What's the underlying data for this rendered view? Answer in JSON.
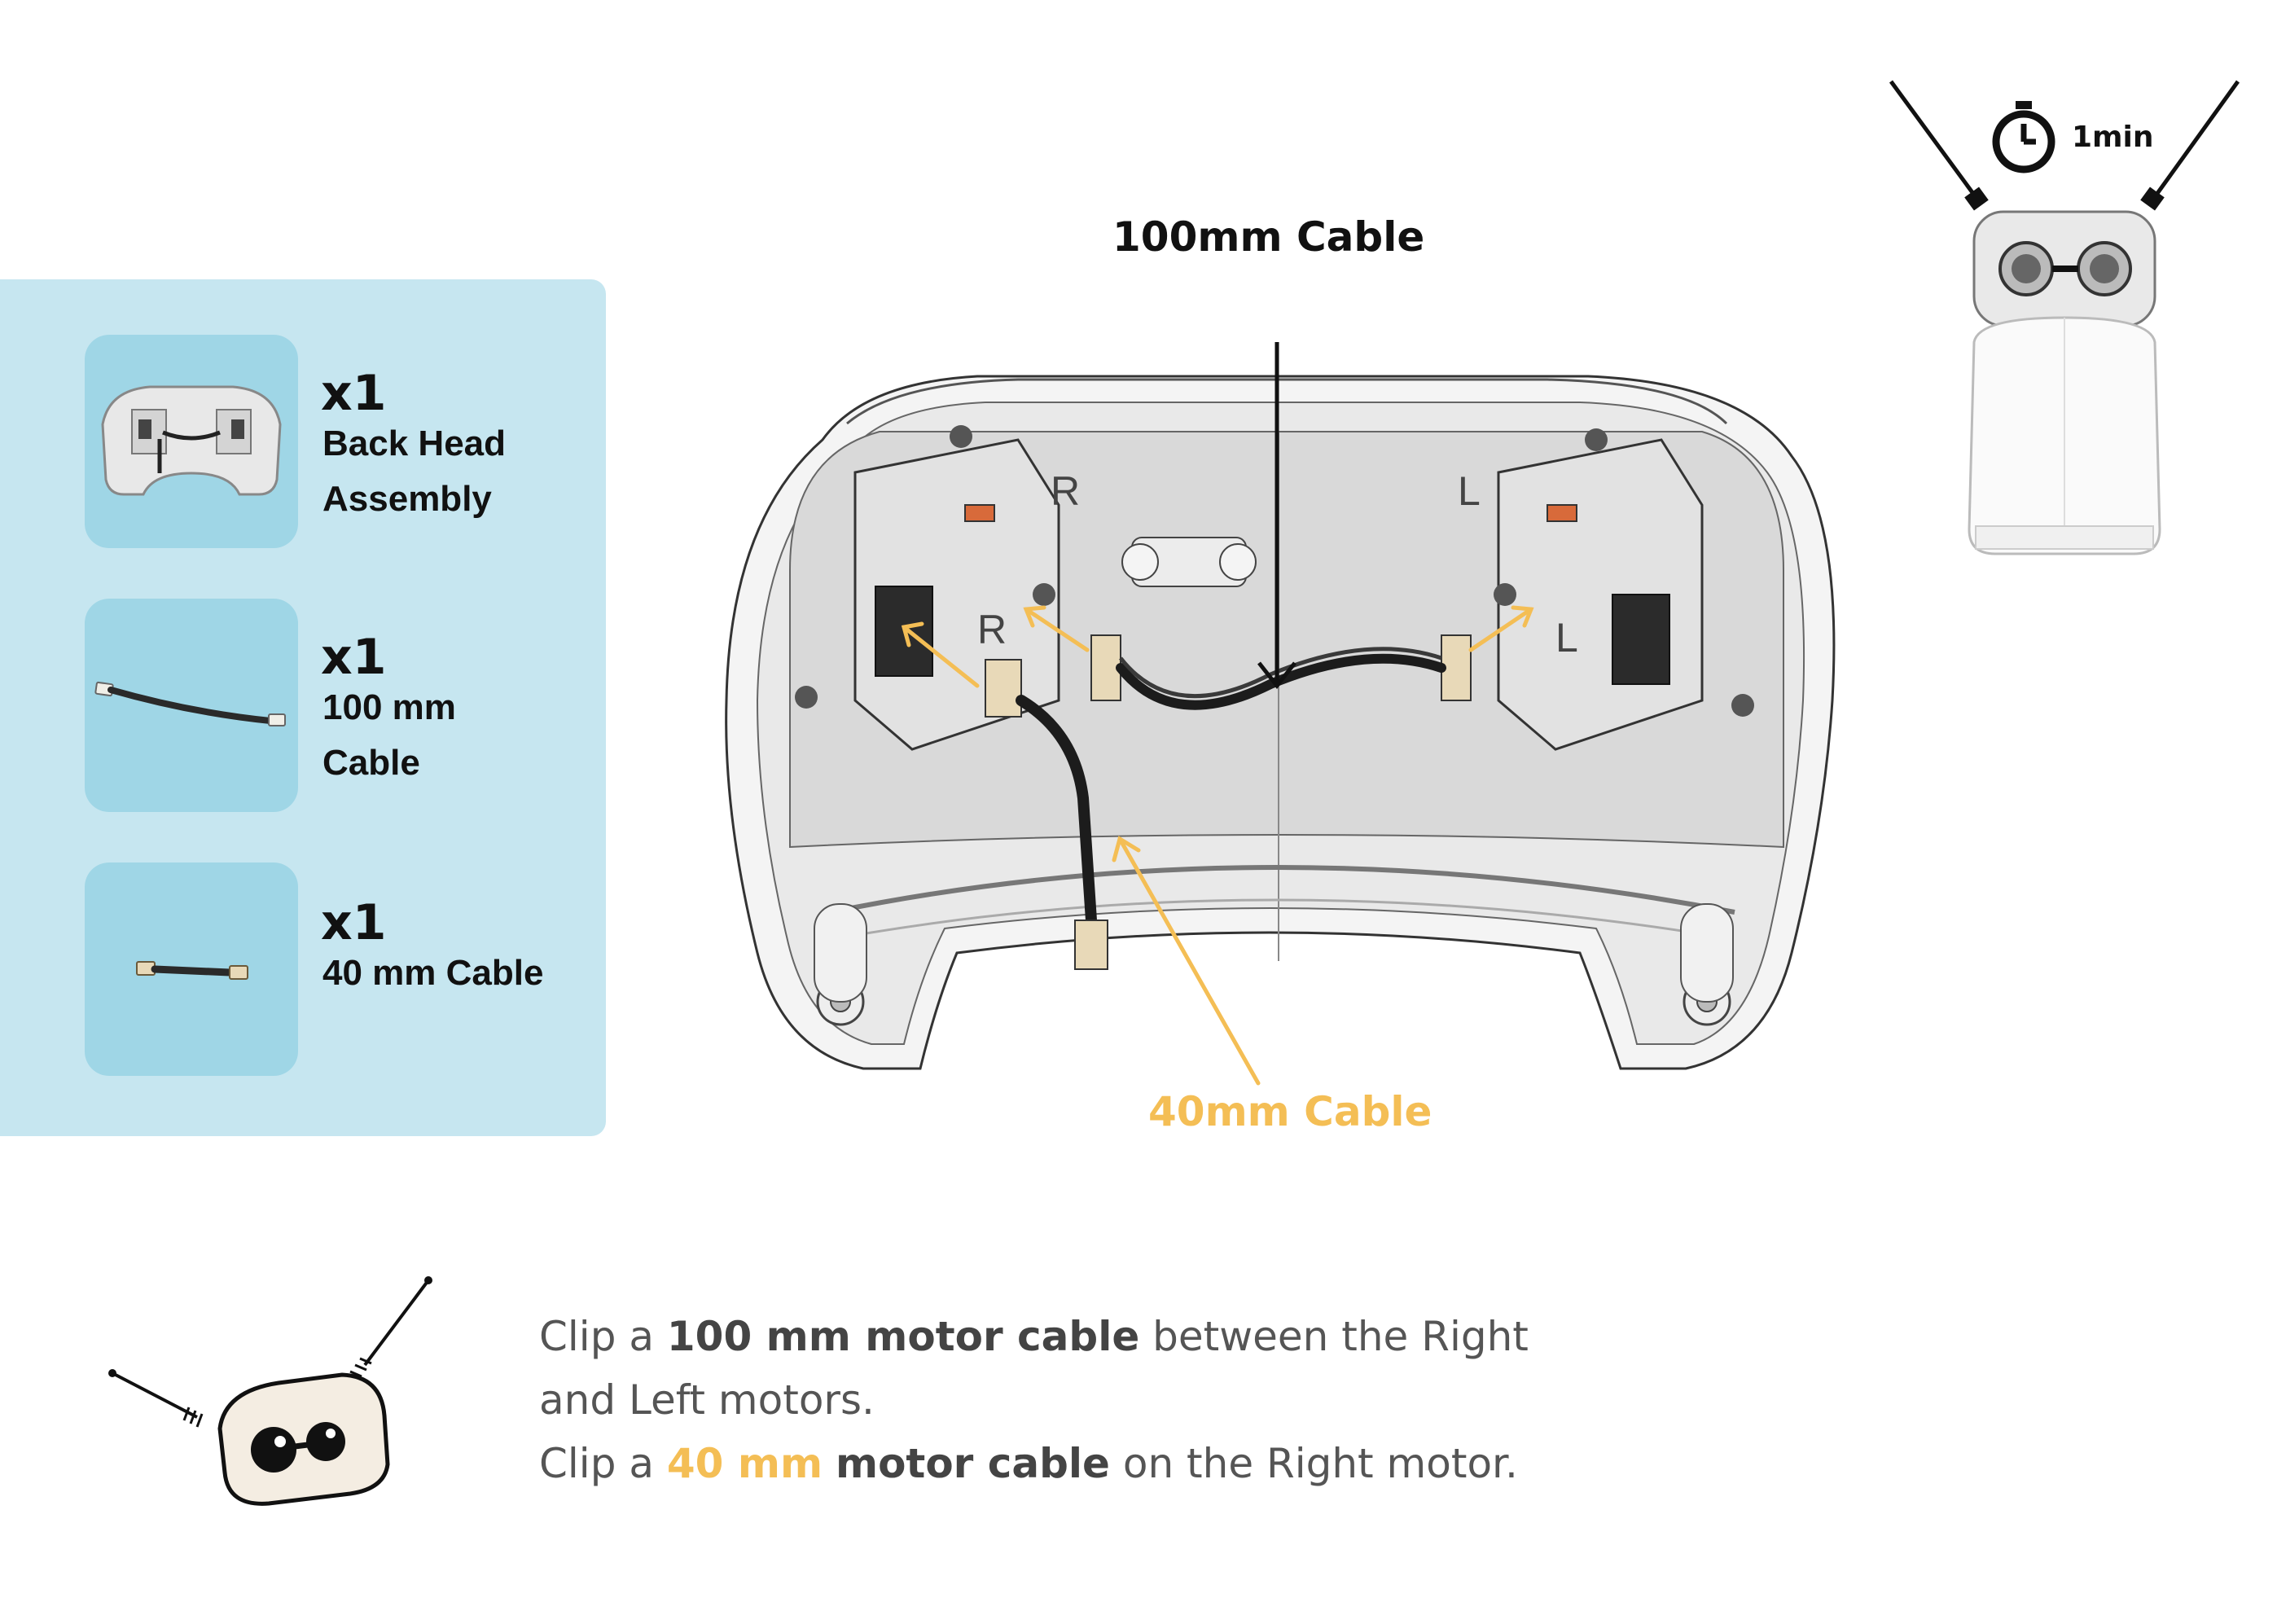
{
  "parts": [
    {
      "qty": "x1",
      "name": "Back Head\nAssembly",
      "icon": "back-head-assembly"
    },
    {
      "qty": "x1",
      "name": "100 mm\nCable",
      "icon": "100mm-cable"
    },
    {
      "qty": "x1",
      "name": "40 mm Cable",
      "icon": "40mm-cable"
    }
  ],
  "callouts": {
    "top_cable": "100mm Cable",
    "bottom_cable": "40mm Cable"
  },
  "diagram_marks": {
    "right": "R",
    "left": "L"
  },
  "timer": {
    "value": "1min"
  },
  "instruction": {
    "l1_a": "Clip a ",
    "l1_b": "100 mm motor cable",
    "l1_c": " between the Right",
    "l2": "and Left motors.",
    "l3_a": "Clip a ",
    "l3_b": "40 mm",
    "l3_c": " ",
    "l3_d": "motor cable",
    "l3_e": " on the Right motor."
  },
  "colors": {
    "panel": "#c6e6f0",
    "tile": "#9fd6e6",
    "accent": "#f4be55",
    "text": "#555555"
  }
}
